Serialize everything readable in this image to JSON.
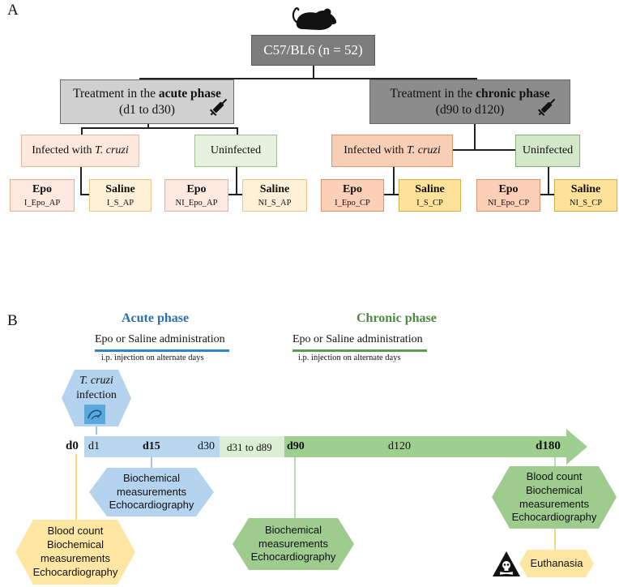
{
  "panel_a": {
    "letter": "A",
    "root": "C57/BL6 (n = 52)",
    "acute": {
      "pre": "Treatment in the ",
      "bold": "acute phase",
      "sub": "(d1 to d30)"
    },
    "chronic": {
      "pre": "Treatment in the ",
      "bold": "chronic phase",
      "sub": "(d90 to d120)"
    },
    "infected": {
      "pre": "Infected with ",
      "italic": "T. cruzi"
    },
    "uninfected": "Uninfected",
    "leaves": [
      {
        "title": "Epo",
        "code": "I_Epo_AP"
      },
      {
        "title": "Saline",
        "code": "I_S_AP"
      },
      {
        "title": "Epo",
        "code": "NI_Epo_AP"
      },
      {
        "title": "Saline",
        "code": "NI_S_AP"
      },
      {
        "title": "Epo",
        "code": "I_Epo_CP"
      },
      {
        "title": "Saline",
        "code": "I_S_CP"
      },
      {
        "title": "Epo",
        "code": "NI_Epo_CP"
      },
      {
        "title": "Saline",
        "code": "NI_S_CP"
      }
    ],
    "icons": [
      "mouse-icon",
      "syringe-icon"
    ]
  },
  "panel_b": {
    "letter": "B",
    "acute_title": "Acute phase",
    "chronic_title": "Chronic phase",
    "acute_color": "#2f6fa8",
    "chronic_color": "#4f8a45",
    "admin_label": "Epo or Saline administration",
    "injection_label": "i.p. injection on alternate days",
    "infection": {
      "italic": "T. cruzi",
      "text": "infection"
    },
    "timeline": {
      "d0": "d0",
      "d1": "d1",
      "d15": "d15",
      "d30": "d30",
      "d31_89": "d31 to d89",
      "d90": "d90",
      "d120": "d120",
      "d180": "d180"
    },
    "hex_d15": [
      "Biochemical",
      "measurements",
      "Echocardiography"
    ],
    "hex_d0": [
      "Blood count",
      "Biochemical",
      "measurements",
      "Echocardiography"
    ],
    "hex_d90": [
      "Biochemical",
      "measurements",
      "Echocardiography"
    ],
    "hex_d180": [
      "Blood count",
      "Biochemical",
      "measurements",
      "Echocardiography"
    ],
    "euthanasia": "Euthanasia",
    "icons": [
      "parasite-icon",
      "skull-crossbones-icon"
    ],
    "colors": {
      "acute_bar": "#b8d7ef",
      "gap_bar": "#dcefd6",
      "chronic_bar": "#9fcf90",
      "hex_blue": "#b3d3ee",
      "hex_yellow": "#ffe6a3",
      "hex_green": "#9dcc8e"
    }
  }
}
